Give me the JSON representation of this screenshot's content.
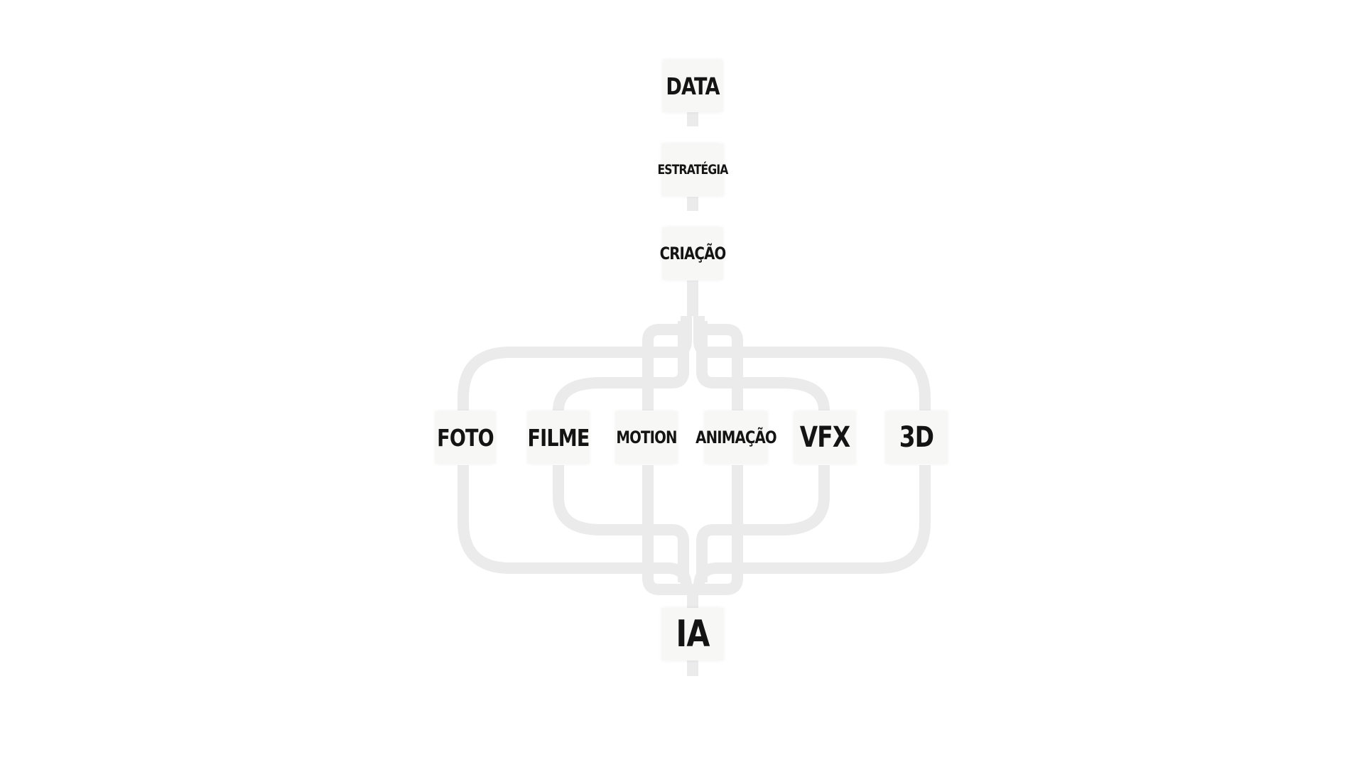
{
  "diagram": {
    "top_chain": [
      {
        "id": "data",
        "label": "DATA"
      },
      {
        "id": "estrategia",
        "label": "ESTRATÉGIA"
      },
      {
        "id": "criacao",
        "label": "CRIAÇÃO"
      }
    ],
    "branches": [
      {
        "id": "foto",
        "label": "FOTO"
      },
      {
        "id": "filme",
        "label": "FILME"
      },
      {
        "id": "motion",
        "label": "MOTION"
      },
      {
        "id": "animacao",
        "label": "ANIMAÇÃO"
      },
      {
        "id": "vfx",
        "label": "VFX"
      },
      {
        "id": "3d",
        "label": "3D"
      }
    ],
    "bottom": {
      "id": "ia",
      "label": "IA"
    },
    "colors": {
      "background": "#ffffff",
      "node_fill": "#f7f7f5",
      "connector": "#ebebeb",
      "text": "#141414"
    }
  }
}
